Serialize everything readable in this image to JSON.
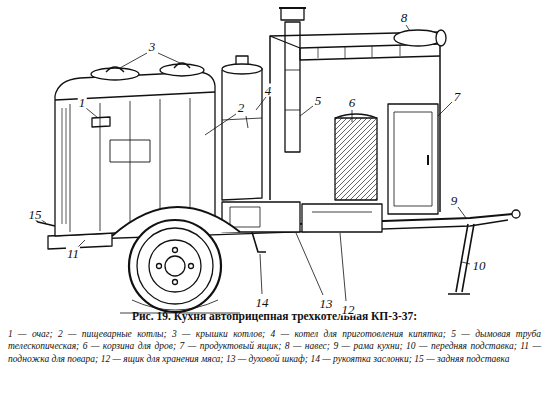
{
  "diagram": {
    "title": "Рис. 19. Кухня автоприцепная трехкотельная КП-3-37:",
    "caption": "1 — очаг; 2 — пищеварные котлы; 3 — крышки котлов; 4 — котел для приготовления кипятка; 5 — дымовая труба телескопическая; 6 — корзина для дров; 7 — продуктовый ящик; 8 — навес; 9 — рама кухни; 10 — передняя подставка; 11 — подножка для повара; 12 — ящик для хранения мяса; 13 — духовой шкаф; 14 — рукоятка заслонки; 15 — задняя подставка",
    "labels": [
      "1",
      "2",
      "3",
      "4",
      "5",
      "6",
      "7",
      "8",
      "9",
      "10",
      "11",
      "12",
      "13",
      "14",
      "15"
    ]
  }
}
